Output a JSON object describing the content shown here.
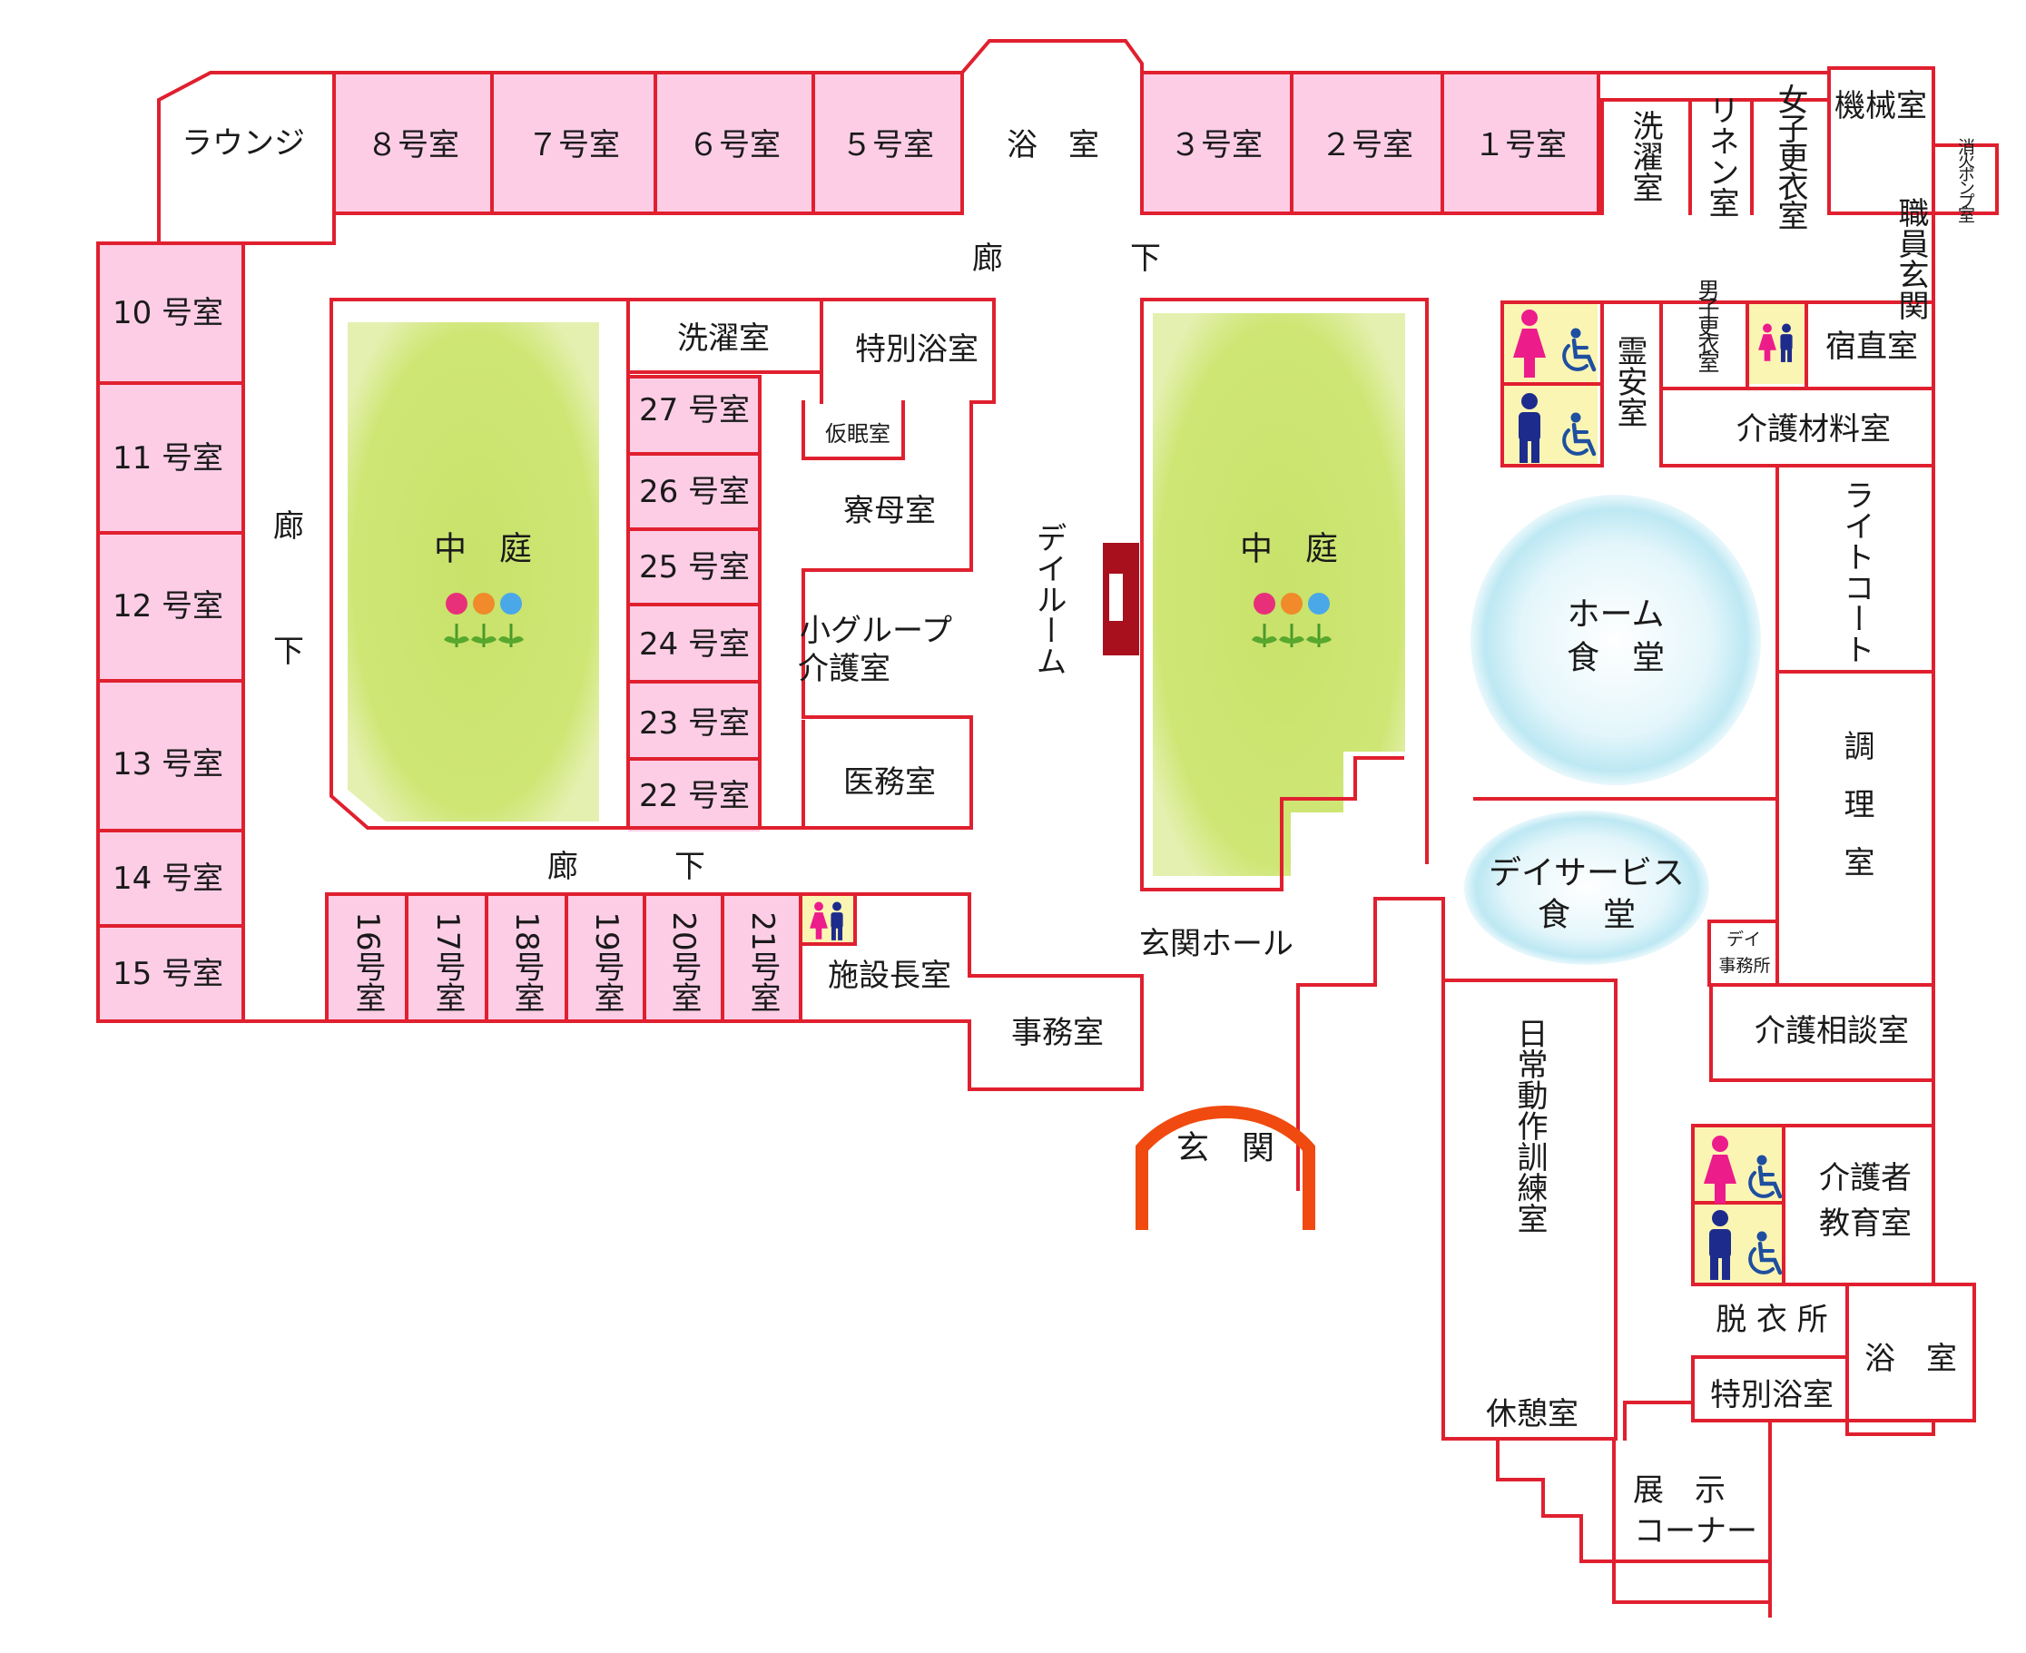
{
  "colors": {
    "wall": "#e0202f",
    "resident_room_fill": "#fdcde6",
    "courtyard_fill": "#cfe675",
    "dining_fill": "#d6f1f8",
    "toilet_fill": "#fbf5b4",
    "entrance_arc": "#f04a10",
    "female_icon": "#ec1c8b",
    "male_icon": "#1d2c8c",
    "wheelchair_icon": "#1e4fa0",
    "dayroom_marker": "#a8101e"
  },
  "rooms": {
    "lounge": "ラウンジ",
    "r8": "８号室",
    "r7": "７号室",
    "r6": "６号室",
    "r5": "５号室",
    "bath_top": "浴　室",
    "r3": "３号室",
    "r2": "２号室",
    "r1": "１号室",
    "laundry_top": "洗濯室",
    "linen": "リネン室",
    "female_change": "女子更衣室",
    "machine": "機械室",
    "fire_pump": "消火ポンプ室",
    "staff_entrance": "職員玄関",
    "corridor_top_1": "廊",
    "corridor_top_2": "下",
    "r10": "10 号室",
    "r11": "11 号室",
    "r12": "12 号室",
    "r13": "13 号室",
    "r14": "14 号室",
    "r15": "15 号室",
    "corridor_left_1": "廊",
    "corridor_left_2": "下",
    "courtyard": "中　庭",
    "laundry_mid": "洗濯室",
    "special_bath_mid": "特別浴室",
    "nap_room": "仮眠室",
    "matron": "寮母室",
    "small_group_1": "小グループ",
    "small_group_2": "介護室",
    "medical": "医務室",
    "r27": "27 号室",
    "r26": "26 号室",
    "r25": "25 号室",
    "r24": "24 号室",
    "r23": "23 号室",
    "r22": "22 号室",
    "corridor_bottom_1": "廊",
    "corridor_bottom_2": "下",
    "r16": "16号室",
    "r17": "17号室",
    "r18": "18号室",
    "r19": "19号室",
    "r20": "20号室",
    "r21": "21号室",
    "director": "施設長室",
    "office": "事務室",
    "dayroom": "デイルーム",
    "entrance_hall": "玄関ホール",
    "entrance": "玄　関",
    "morgue": "霊安室",
    "male_change": "男子更衣室",
    "night_duty": "宿直室",
    "care_material": "介護材料室",
    "light_court": "ライトコート",
    "home_dining_1": "ホーム",
    "home_dining_2": "食　堂",
    "cooking": "調理室",
    "day_dining_1": "デイサービス",
    "day_dining_2": "食　堂",
    "day_office": "デイ事務所",
    "care_consult": "介護相談室",
    "adl_training": "日常動作訓練室",
    "caregiver_edu_1": "介護者",
    "caregiver_edu_2": "教育室",
    "dressing": "脱 衣 所",
    "bath_right": "浴　室",
    "special_bath_right": "特別浴室",
    "rest_room": "休憩室",
    "exhibit_1": "展　示",
    "exhibit_2": "コーナー"
  }
}
